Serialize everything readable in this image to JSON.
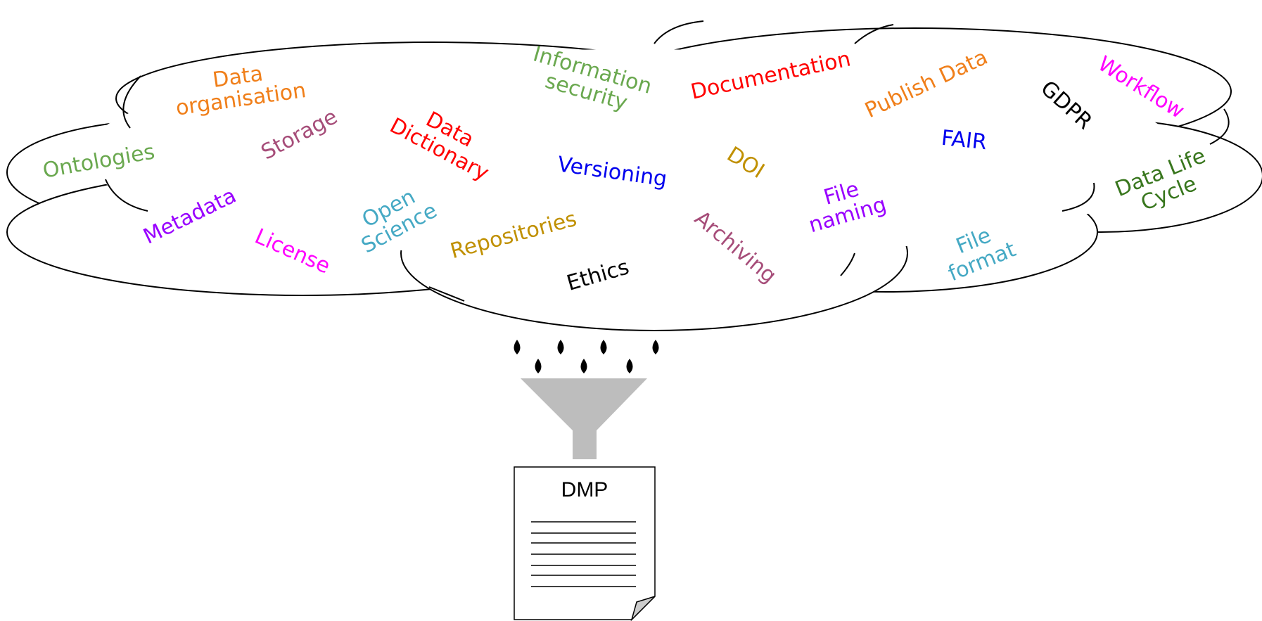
{
  "colors": {
    "orange": "#f07f1a",
    "green": "#6aa84f",
    "red": "#ff0000",
    "purple": "#9900ff",
    "mauve": "#a64d79",
    "magenta": "#ff00ff",
    "teal": "#45a9c4",
    "olive": "#c09000",
    "blue": "#0000ee",
    "black": "#000000",
    "dark_green": "#38761d",
    "funnel_gray": "#bdbdbd"
  },
  "topics": [
    {
      "id": "data-organisation",
      "text": "Data\norganisation",
      "color": "orange"
    },
    {
      "id": "information-security",
      "text": "Information\nsecurity",
      "color": "green"
    },
    {
      "id": "documentation",
      "text": "Documentation",
      "color": "red"
    },
    {
      "id": "publish-data",
      "text": "Publish Data",
      "color": "orange"
    },
    {
      "id": "gdpr",
      "text": "GDPR",
      "color": "black"
    },
    {
      "id": "workflow",
      "text": "Workflow",
      "color": "magenta"
    },
    {
      "id": "ontologies",
      "text": "Ontologies",
      "color": "green"
    },
    {
      "id": "storage",
      "text": "Storage",
      "color": "mauve"
    },
    {
      "id": "data-dictionary",
      "text": "Data\nDictionary",
      "color": "red"
    },
    {
      "id": "versioning",
      "text": "Versioning",
      "color": "blue"
    },
    {
      "id": "doi",
      "text": "DOI",
      "color": "olive"
    },
    {
      "id": "fair",
      "text": "FAIR",
      "color": "blue"
    },
    {
      "id": "data-life-cycle",
      "text": "Data Life\nCycle",
      "color": "dark_green"
    },
    {
      "id": "metadata",
      "text": "Metadata",
      "color": "purple"
    },
    {
      "id": "license",
      "text": "License",
      "color": "magenta"
    },
    {
      "id": "open-science",
      "text": "Open\nScience",
      "color": "teal"
    },
    {
      "id": "repositories",
      "text": "Repositories",
      "color": "olive"
    },
    {
      "id": "ethics",
      "text": "Ethics",
      "color": "black"
    },
    {
      "id": "archiving",
      "text": "Archiving",
      "color": "mauve"
    },
    {
      "id": "file-naming",
      "text": "File\nnaming",
      "color": "purple"
    },
    {
      "id": "file-format",
      "text": "File\nformat",
      "color": "teal"
    }
  ],
  "document": {
    "title": "DMP"
  }
}
